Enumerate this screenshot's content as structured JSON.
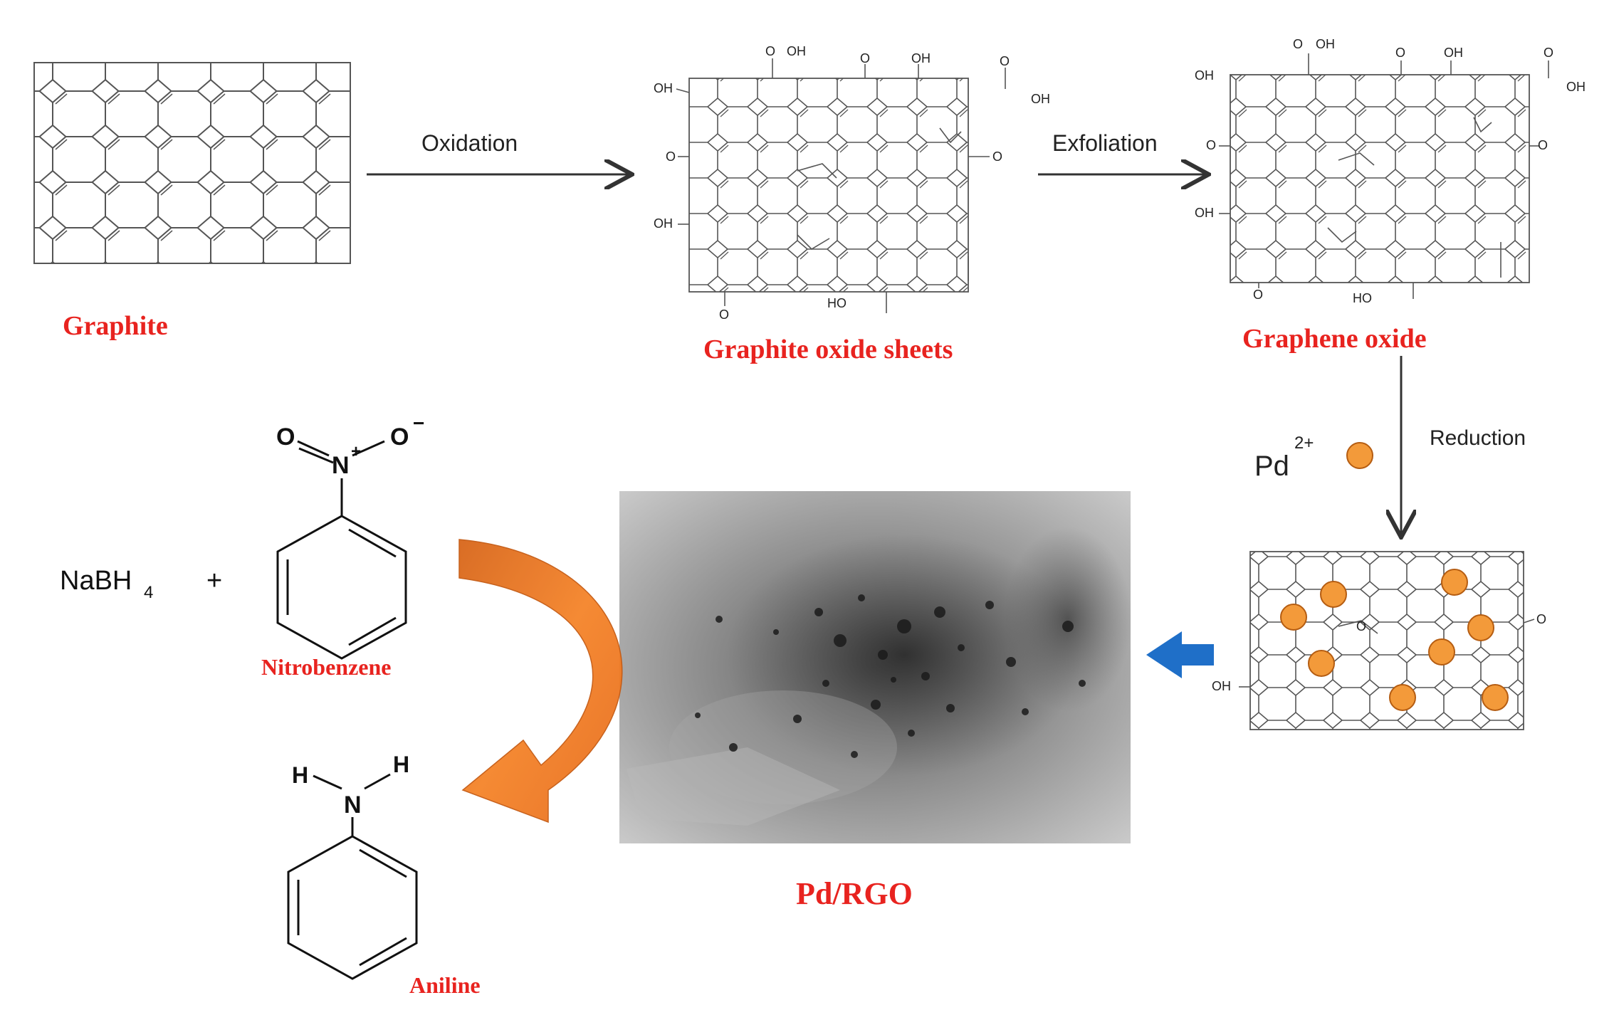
{
  "labels": {
    "graphite": "Graphite",
    "graphite_oxide_sheets": "Graphite oxide sheets",
    "graphene_oxide": "Graphene oxide",
    "pd_rgo": "Pd/RGO",
    "nitrobenzene": "Nitrobenzene",
    "aniline": "Aniline"
  },
  "arrows": {
    "oxidation": "Oxidation",
    "exfoliation": "Exfoliation",
    "reduction": "Reduction"
  },
  "reagents": {
    "nabh4_main": "NaBH",
    "nabh4_sub": "4",
    "plus": "+",
    "pd": "Pd",
    "pd_charge": "2+"
  },
  "chem_atoms": {
    "n_plus": "N",
    "plus_sign": "+",
    "o_left": "O",
    "o_right": "O",
    "minus_sign": "−",
    "n_amine": "N",
    "h_left": "H",
    "h_right": "H"
  },
  "functional_groups": {
    "oh": "OH",
    "ho": "HO",
    "o": "O",
    "cooh_top": "O",
    "cooh_oh": "OH"
  },
  "colors": {
    "label_red": "#e8231f",
    "orange": "#f07c1d",
    "pd_particle": "#f39a3a",
    "blue_arrow": "#1f6fc8",
    "line": "#444444"
  }
}
